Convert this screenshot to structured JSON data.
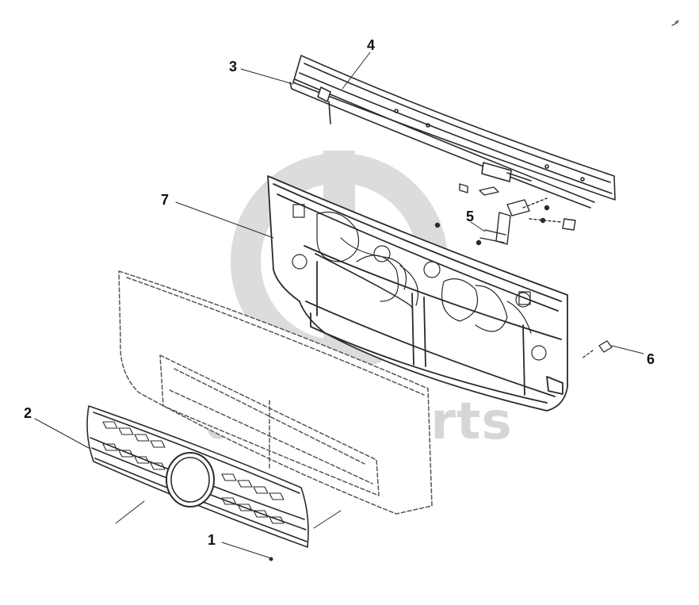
{
  "watermark": {
    "text": "data-parts",
    "color": "#d6d6d6"
  },
  "callouts": [
    {
      "id": "1",
      "label": "1"
    },
    {
      "id": "2",
      "label": "2"
    },
    {
      "id": "3",
      "label": "3"
    },
    {
      "id": "4",
      "label": "4"
    },
    {
      "id": "5",
      "label": "5"
    },
    {
      "id": "6",
      "label": "6"
    },
    {
      "id": "7",
      "label": "7"
    }
  ],
  "colors": {
    "line": "#2a2a2a",
    "fill": "#ffffff",
    "hidden_line": "#555555"
  },
  "parts": {
    "grille": "grille-part",
    "hood_panel": "front-panel-dashed",
    "carrier_frame": "grille-carrier-frame",
    "cross_beam": "upper-cross-beam",
    "hinge_bracket": "hinge-bracket-assembly",
    "clip": "push-clip"
  }
}
